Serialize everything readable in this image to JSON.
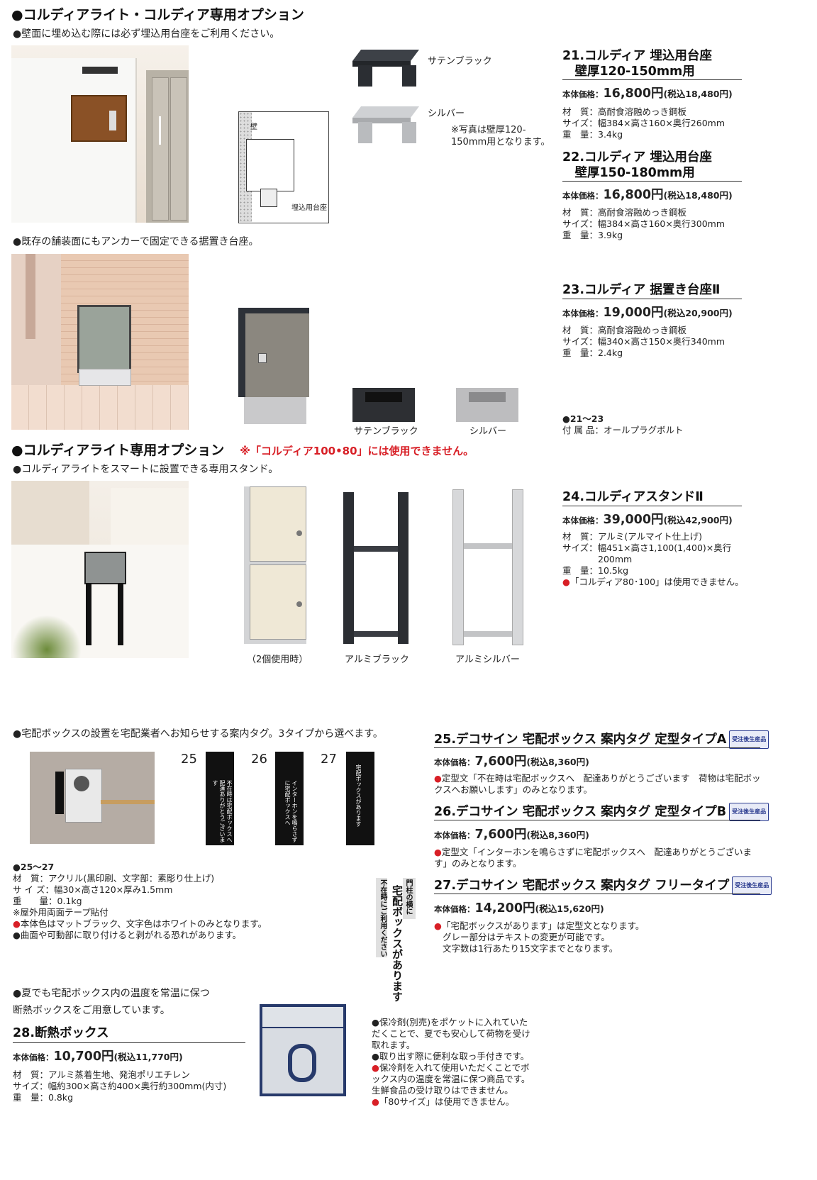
{
  "sec1": {
    "title": "●コルディアライト・コルディア専用オプション",
    "note1": "●壁面に埋め込む際には必ず埋込用台座をご利用ください。",
    "note2": "●既存の舗装面にもアンカーで固定できる据置き台座。",
    "label_kabe": "壁",
    "label_umekomi": "埋込用台座",
    "cap_satin": "サテンブラック",
    "cap_silver": "シルバー",
    "photo_note": "※写真は壁厚120-\n150mm用となります。",
    "cap_satin2": "サテンブラック",
    "cap_silver2": "シルバー"
  },
  "p21": {
    "title": "21.コルディア 埋込用台座\n　壁厚120-150mm用",
    "price_label": "本体価格：",
    "price": "16,800円",
    "tax": "(税込18,480円)",
    "specs": [
      "材　質：高耐食溶融めっき鋼板",
      "サイズ：幅384×高さ160×奥行260mm",
      "重　量：3.4kg"
    ]
  },
  "p22": {
    "title": "22.コルディア 埋込用台座\n　壁厚150-180mm用",
    "price_label": "本体価格：",
    "price": "16,800円",
    "tax": "(税込18,480円)",
    "specs": [
      "材　質：高耐食溶融めっき鋼板",
      "サイズ：幅384×高さ160×奥行300mm",
      "重　量：3.9kg"
    ]
  },
  "p23": {
    "title": "23.コルディア 据置き台座Ⅱ",
    "price_label": "本体価格：",
    "price": "19,000円",
    "tax": "(税込20,900円)",
    "specs": [
      "材　質：高耐食溶融めっき鋼板",
      "サイズ：幅340×高さ150×奥行340mm",
      "重　量：2.4kg"
    ]
  },
  "acc": {
    "range": "●21～23",
    "text": "付 属 品：オールプラグボルト"
  },
  "sec2": {
    "title": "●コルディアライト専用オプション",
    "warn": "※「コルディア100•80」には使用できません。",
    "note": "●コルディアライトをスマートに設置できる専用スタンド。",
    "cap_two": "（2個使用時）",
    "cap_black": "アルミブラック",
    "cap_silver": "アルミシルバー"
  },
  "p24": {
    "title": "24.コルディアスタンドⅡ",
    "price_label": "本体価格：",
    "price": "39,000円",
    "tax": "(税込42,900円)",
    "specs": [
      "材　質：アルミ(アルマイト仕上げ)",
      "サイズ：幅451×高さ1,100(1,400)×奥行",
      "　　　　200mm",
      "重　量：10.5kg"
    ],
    "warn": "「コルディア80･100」は使用できません。"
  },
  "sec3": {
    "note": "●宅配ボックスの設置を宅配業者へお知らせする案内タグ。3タイプから選べます。",
    "n25": "25",
    "n26": "26",
    "n27": "27",
    "tag25": "不在時は宅配ボックスへ 配達ありがとうございます",
    "tag26": "インターホンを鳴らさずに宅配ボックスへ",
    "tag27": "宅配ボックスがあります",
    "range": "●25～27",
    "specs": [
      "材　質：アクリル(黒印刷、文字部：素彫り仕上げ)",
      "サ イ ズ：幅30×高さ120×厚み1.5mm",
      "重　　量：0.1kg",
      "※屋外用両面テープ貼付"
    ],
    "red1": "本体色はマットブラック、文字色はホワイトのみとなります。",
    "note2": "●曲面や可動部に取り付けると剥がれる恐れがあります。",
    "vert1": "門柱の横に",
    "vert2": "不在時にご利用ください",
    "vert3": "宅配ボックスがあります"
  },
  "p25": {
    "title": "25.デコサイン 宅配ボックス 案内タグ 定型タイプA",
    "badge": "受注後生産品",
    "price_label": "本体価格：",
    "price": "7,600円",
    "tax": "(税込8,360円)",
    "desc": "定型文「不在時は宅配ボックスへ　配達ありがとうございます　荷物は宅配ボックスへお願いします」のみとなります。"
  },
  "p26": {
    "title": "26.デコサイン 宅配ボックス 案内タグ 定型タイプB",
    "badge": "受注後生産品",
    "price_label": "本体価格：",
    "price": "7,600円",
    "tax": "(税込8,360円)",
    "desc": "定型文「インターホンを鳴らさずに宅配ボックスへ　配達ありがとうございます」のみとなります。"
  },
  "p27": {
    "title": "27.デコサイン 宅配ボックス 案内タグ フリータイプ",
    "badge": "受注後生産品",
    "price_label": "本体価格：",
    "price": "14,200円",
    "tax": "(税込15,620円)",
    "desc1": "「宅配ボックスがあります」は定型文となります。",
    "desc2": "グレー部分はテキストの変更が可能です。",
    "desc3": "文字数は1行あたり15文字までとなります。"
  },
  "p28": {
    "intro1": "●夏でも宅配ボックス内の温度を常温に保つ",
    "intro2": "断熱ボックスをご用意しています。",
    "title": "28.断熱ボックス",
    "price_label": "本体価格：",
    "price": "10,700円",
    "tax": "(税込11,770円)",
    "specs": [
      "材　質：アルミ蒸着生地、発泡ポリエチレン",
      "サイズ：幅約300×高さ約400×奥行約300mm(内寸)",
      "重　量：0.8kg"
    ],
    "b1": "●保冷剤(別売)をポケットに入れていただくことで、夏でも安心して荷物を受け取れます。",
    "b2": "●取り出す際に便利な取っ手付きです。",
    "b3": "保冷剤を入れて使用いただくことでボックス内の温度を常温に保つ商品です。生鮮食品の受け取りはできません。",
    "b4": "「80サイズ」は使用できません。"
  }
}
